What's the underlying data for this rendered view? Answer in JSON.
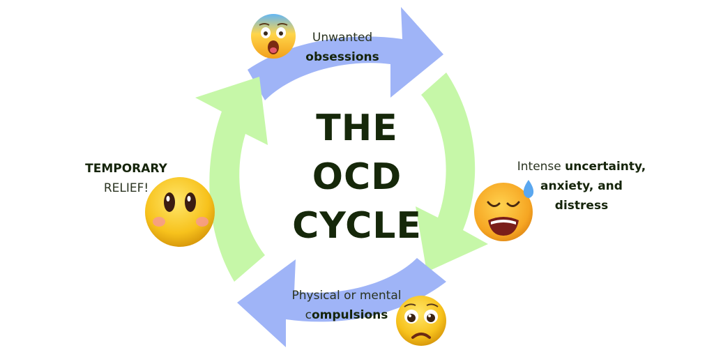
{
  "title": {
    "line1": "THE",
    "line2": "OCD",
    "line3": "CYCLE"
  },
  "stages": {
    "obsessions": {
      "light": "Unwanted",
      "bold": "obsessions",
      "emoji": "screaming-fear-face"
    },
    "distress": {
      "light": "Intense ",
      "bold1": "uncertainty,",
      "bold2": "anxiety, and",
      "bold3": "distress",
      "emoji": "anxious-sweat-face"
    },
    "compulsions": {
      "light1": "Physical or mental",
      "light2": "c",
      "bold": "ompulsions",
      "emoji": "pleading-face"
    },
    "relief": {
      "bold": "TEMPORARY",
      "light": "RELIEF!",
      "emoji": "flushed-face"
    }
  },
  "colors": {
    "blue_arrow": "#9fb4f7",
    "green_arrow": "#c6f7a8",
    "text_dark": "#16280a"
  }
}
